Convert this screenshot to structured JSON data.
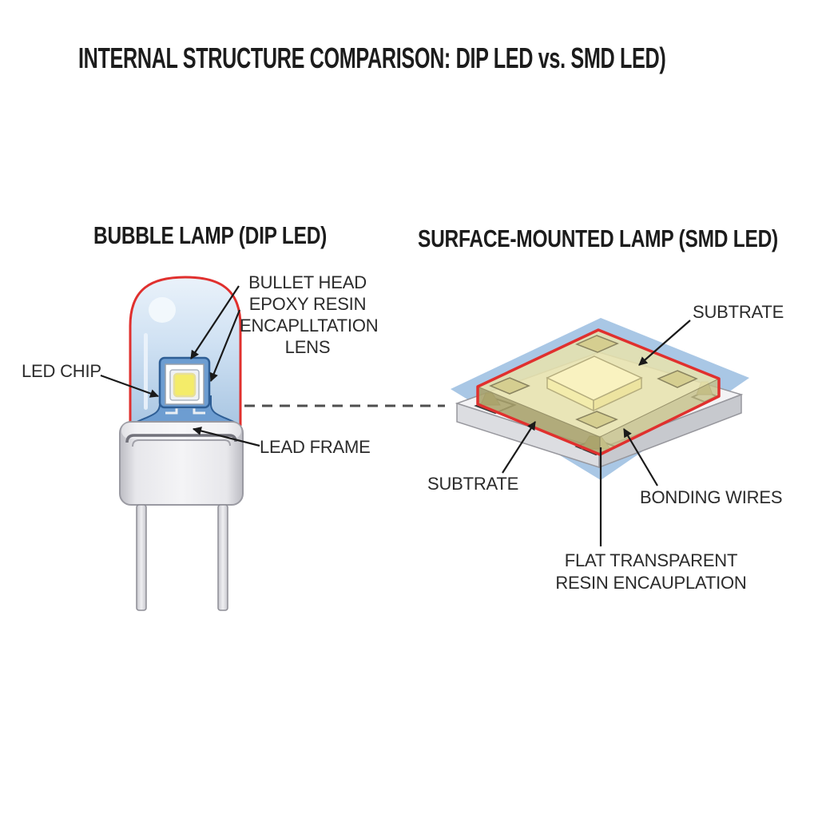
{
  "title": "INTERNAL STRUCTURE COMPARISON: DIP LED vs. SMD LED)",
  "dip": {
    "heading": "BUBBLE LAMP (DIP LED)",
    "labels": {
      "led_chip": "LED CHIP",
      "bullet_head_lines": [
        "BULLET HEAD",
        "EPOXY RESIN",
        "ENCAPLLTATION",
        "LENS"
      ],
      "lead_frame": "LEAD FRAME"
    }
  },
  "smd": {
    "heading": "SURFACE-MOUNTED LAMP (SMD LED)",
    "labels": {
      "substrate_top": "SUBTRATE",
      "substrate_bottom": "SUBTRATE",
      "bonding_wires": "BONDING WIRES",
      "flat_resin_lines": [
        "FLAT TRANSPARENT",
        "RESIN ENCAUPLATION"
      ]
    }
  },
  "colors": {
    "outline_red": "#e0302e",
    "glass_blue_light": "#e9f1fa",
    "glass_blue_dark": "#a9c6e2",
    "package_blue": "#6d9dd1",
    "package_blue_border": "#2e5e95",
    "chip_yellow": "#f4ec69",
    "resin_yellow_top": "#e8e3ae",
    "resin_olive_side": "#a9a26b",
    "smd_pad_blue": "#a9c7e5",
    "metal_gray": "#e8e8ec",
    "label_color": "#2b2b2b"
  }
}
